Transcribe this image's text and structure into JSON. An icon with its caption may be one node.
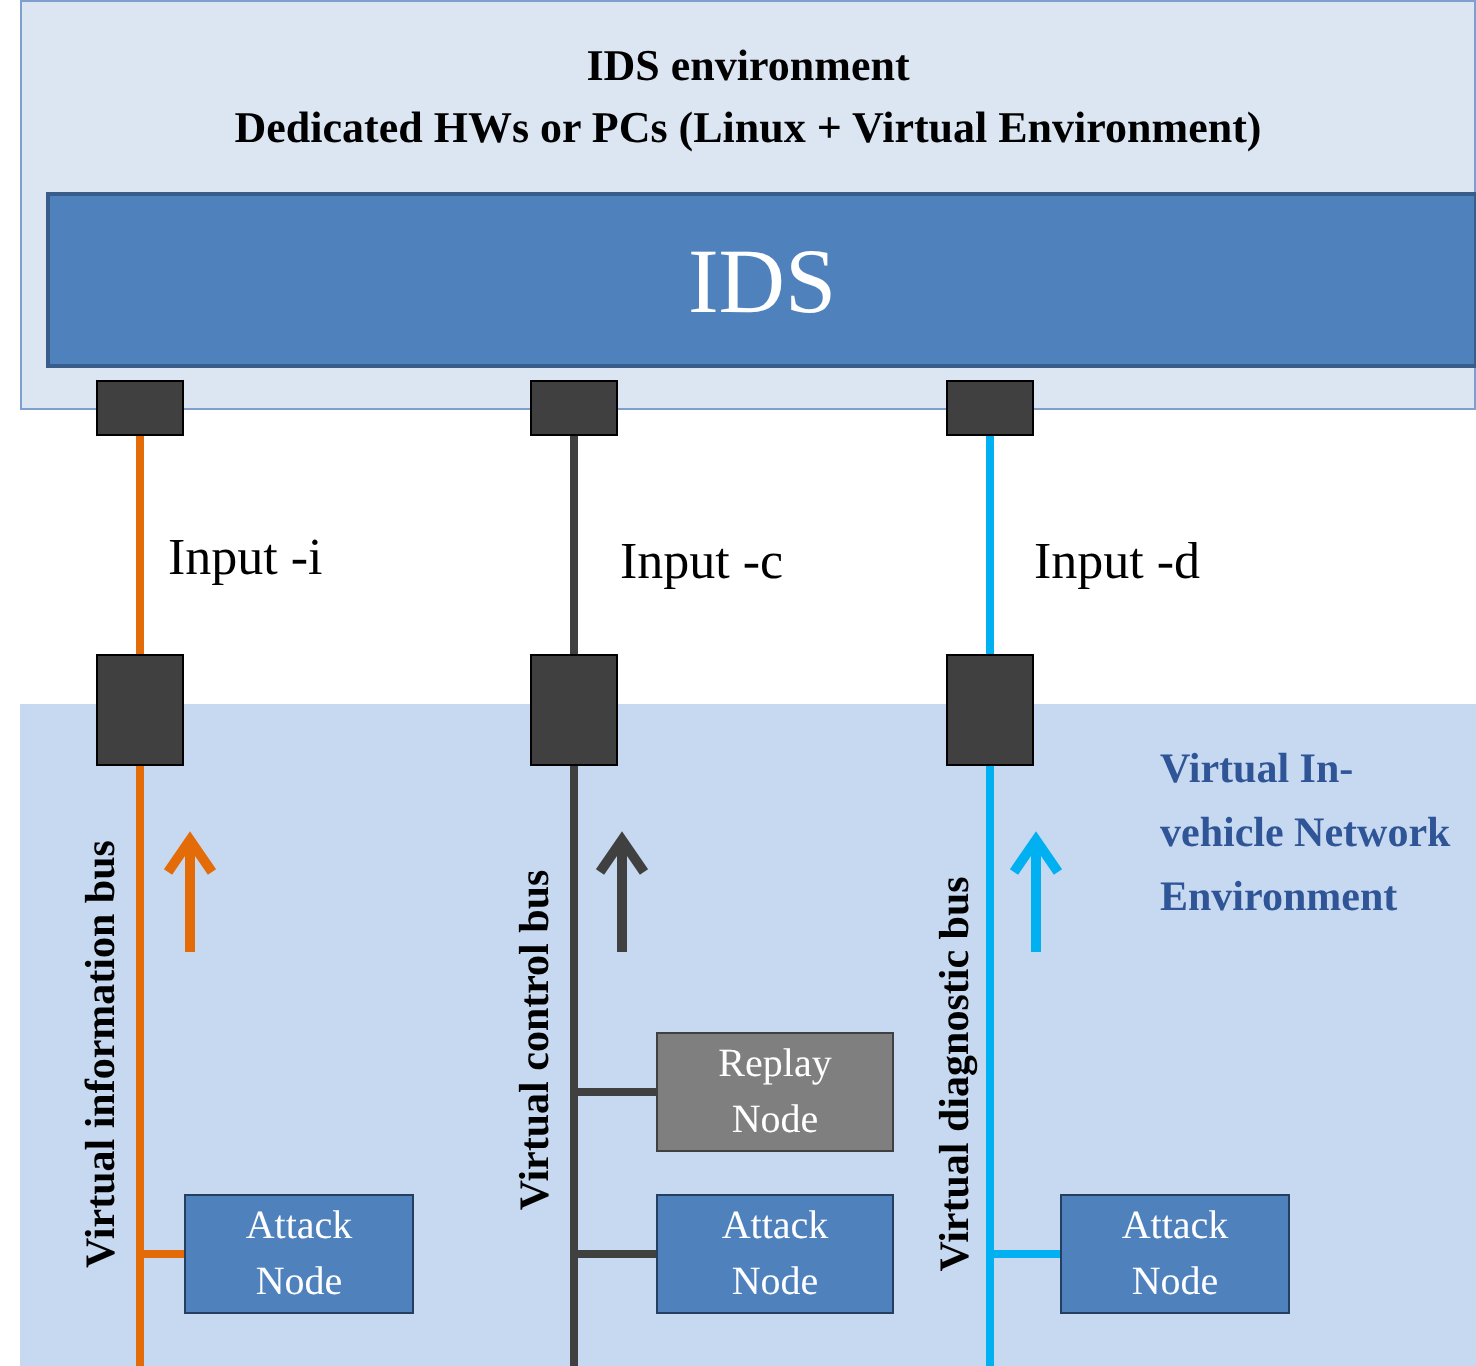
{
  "diagram": {
    "nodes": [
      {
        "text": [
          "IDS environment",
          "Dedicated HWs or PCs (Linux + Virtual Environment)"
        ]
      },
      {
        "text": [
          "IDS"
        ],
        "in": 0
      },
      {
        "text": [],
        "shape": "box"
      },
      {
        "text": [],
        "shape": "box"
      },
      {
        "text": [],
        "shape": "box"
      },
      {
        "text": [
          "Virtual In-vehicle Network Environment"
        ]
      },
      {
        "text": [],
        "shape": "box"
      },
      {
        "text": [],
        "shape": "box"
      },
      {
        "text": [],
        "shape": "box"
      },
      {
        "text": [
          "Attack Node"
        ],
        "in": 5
      },
      {
        "text": [
          "Replay Node"
        ],
        "in": 5
      },
      {
        "text": [
          "Attack Node"
        ],
        "in": 5
      },
      {
        "text": [
          "Attack Node"
        ],
        "in": 5
      }
    ],
    "edges": [
      {
        "from": 2,
        "to": 6,
        "arrow": "none",
        "label": "Input -i",
        "color": "#e36c09"
      },
      {
        "from": 3,
        "to": 7,
        "arrow": "none",
        "label": "Input -c",
        "color": "#404040"
      },
      {
        "from": 4,
        "to": 8,
        "arrow": "none",
        "label": "Input -d",
        "color": "#00b0f0"
      },
      {
        "from": 6,
        "to": 9,
        "arrow": "none",
        "color": "#e36c09"
      },
      {
        "from": 7,
        "to": 10,
        "arrow": "none",
        "color": "#404040"
      },
      {
        "from": 7,
        "to": 11,
        "arrow": "none",
        "color": "#404040"
      },
      {
        "from": 8,
        "to": 12,
        "arrow": "none",
        "color": "#00b0f0"
      }
    ],
    "labels": [
      "Virtual information bus",
      "Virtual control bus",
      "Virtual diagnostic bus"
    ]
  }
}
